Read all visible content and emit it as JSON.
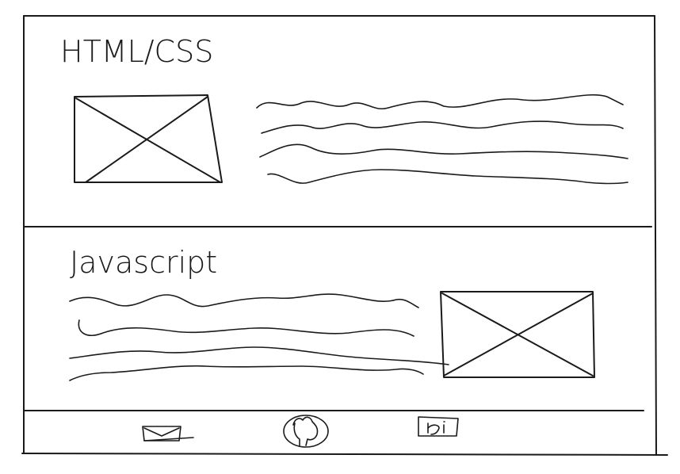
{
  "sections": [
    {
      "title": "HTML/CSS",
      "image_placeholder": "image-placeholder",
      "text_lines": 4
    },
    {
      "title": "Javascript",
      "image_placeholder": "image-placeholder",
      "text_lines": 4
    }
  ],
  "footer": {
    "icons": [
      "mail-icon",
      "github-icon",
      "linkedin-icon"
    ]
  }
}
